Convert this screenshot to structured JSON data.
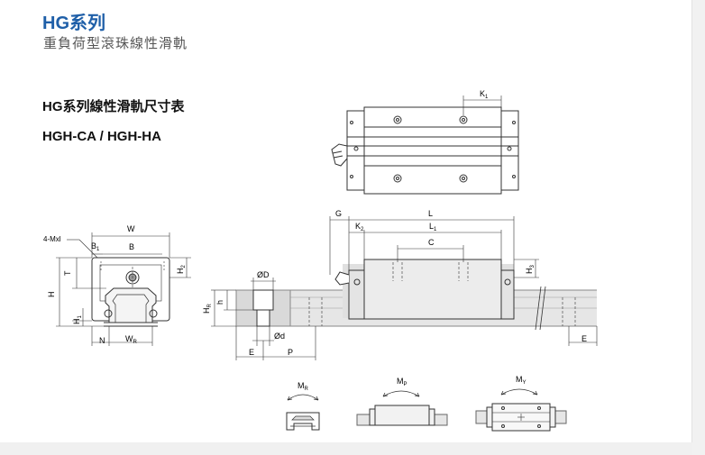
{
  "header": {
    "title": "HG系列",
    "subtitle": "重負荷型滾珠線性滑軌"
  },
  "section": {
    "table_title": "HG系列線性滑軌尺寸表",
    "model": "HGH-CA / HGH-HA"
  },
  "labels": {
    "K1": "K",
    "K1_sub": "1",
    "mxl": "4-Mxl",
    "W": "W",
    "B": "B",
    "B1": "B",
    "B1_sub": "1",
    "T": "T",
    "H": "H",
    "H1": "H",
    "H1_sub": "1",
    "H2": "H",
    "H2_sub": "2",
    "N": "N",
    "WR": "W",
    "WR_sub": "R",
    "G": "G",
    "L": "L",
    "K2": "K",
    "K2_sub": "2",
    "L1": "L",
    "L1_sub": "1",
    "C": "C",
    "H3": "H",
    "H3_sub": "3",
    "OD": "ØD",
    "h": "h",
    "HR": "H",
    "HR_sub": "R",
    "od": "Ød",
    "E": "E",
    "P": "P",
    "E2": "E",
    "MR": "M",
    "MR_sub": "R",
    "MP": "M",
    "MP_sub": "P",
    "MY": "M",
    "MY_sub": "Y"
  }
}
